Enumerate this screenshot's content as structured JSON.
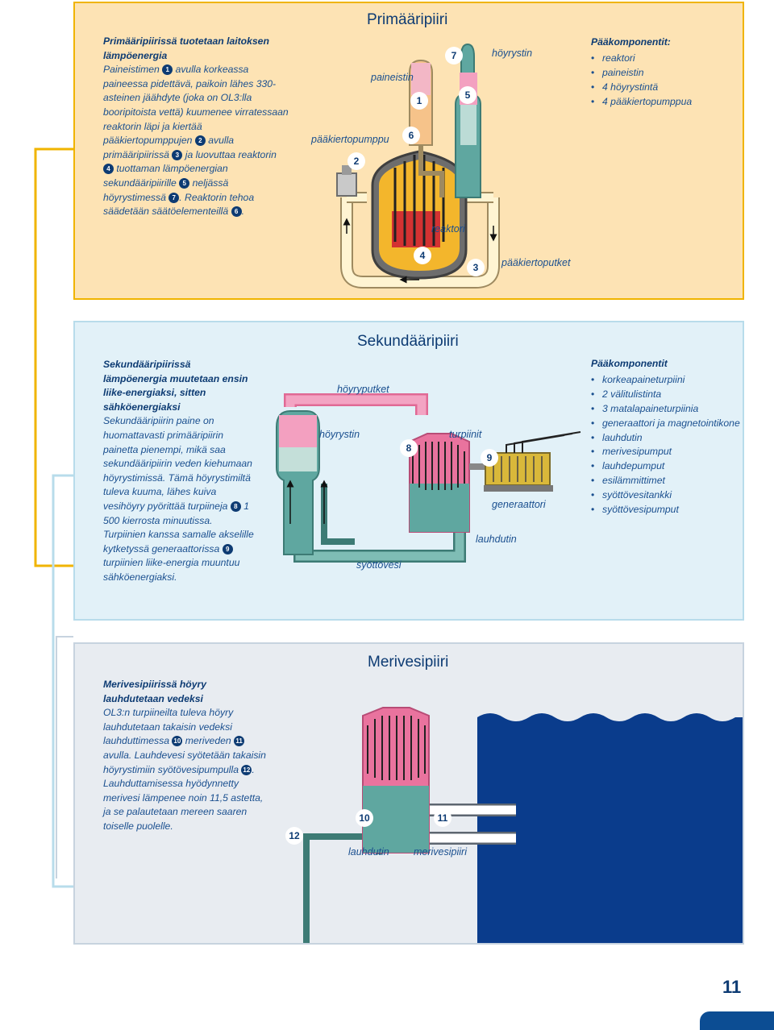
{
  "primary": {
    "title": "Primääripiiri",
    "desc_heading": "Primääripiirissä tuotetaan laitoksen lämpöenergia",
    "desc_p1": "Paineistimen",
    "desc_p2": "avulla korkeassa paineessa pidettävä, paikoin lähes 330-asteinen jäähdyte (joka on OL3:lla booripitoista vettä) kuumenee virratessaan reaktorin läpi ja kiertää pääkiertopumppujen",
    "desc_p3": "avulla primääripiirissä",
    "desc_p4": "ja luovuttaa reaktorin",
    "desc_p5": "tuottaman lämpöenergian sekundääripiirille",
    "desc_p6": "neljässä höyrystimessä",
    "desc_p7": ". Reaktorin tehoa säädetään säätöelementeillä",
    "desc_p8": ".",
    "components_heading": "Pääkomponentit:",
    "components": [
      "reaktori",
      "paineistin",
      "4 höyrystintä",
      "4 pääkiertopumppua"
    ],
    "labels": {
      "paakiertopumppu": "pääkiertopumppu",
      "paineistin": "paineistin",
      "hoyrystin": "höyrystin",
      "reaktori": "reaktori",
      "paakiertoputket": "pääkiertoputket"
    }
  },
  "secondary": {
    "title": "Sekundääripiiri",
    "desc_heading": "Sekundääripiirissä lämpöenergia muutetaan ensin liike-energiaksi, sitten sähköenergiaksi",
    "desc_p1": "Sekundääripiirin paine on huomattavasti primääripiirin painetta pienempi, mikä saa sekundääripiirin veden kiehumaan höyrystimissä. Tämä höyrystimiltä tuleva kuuma, lähes kuiva vesihöyry pyörittää turpiineja",
    "desc_p2": "1 500 kierrosta minuutissa. Turpiinien kanssa samalle akselille kytketyssä generaattorissa",
    "desc_p3": "turpiinien liike-energia muuntuu sähköenergiaksi.",
    "components_heading": "Pääkomponentit",
    "components": [
      "korkeapaineturpiini",
      "2 välitulistinta",
      "3 matalapaineturpiinia",
      "generaattori ja magnetointikone",
      "lauhdutin",
      "merivesipumput",
      "lauhdepumput",
      "esilämmittimet",
      "syöttövesitankki",
      "syöttövesipumput"
    ],
    "labels": {
      "hoyryputket": "höyryputket",
      "hoyrystin": "höyrystin",
      "turpiinit": "turpiinit",
      "generaattori": "generaattori",
      "lauhdutin": "lauhdutin",
      "syottovesi": "syöttövesi"
    }
  },
  "seawater": {
    "title": "Merivesipiiri",
    "desc_heading": "Merivesipiirissä höyry lauhdutetaan vedeksi",
    "desc_p1": "OL3:n turpiineilta tuleva höyry lauhdutetaan takaisin vedeksi lauhduttimessa",
    "desc_p2": "meriveden",
    "desc_p3": "avulla. Lauhdevesi syötetään takaisin höyrystimiin syötövesipumpulla",
    "desc_p4": ". Lauhduttamisessa hyödynnetty merivesi lämpenee noin 11,5 astetta, ja se palautetaan mereen saaren toiselle puolelle.",
    "labels": {
      "lauhdutin": "lauhdutin",
      "merivesipiiri": "merivesipiiri"
    }
  },
  "numbers": {
    "n1": "1",
    "n2": "2",
    "n3": "3",
    "n4": "4",
    "n5": "5",
    "n6": "6",
    "n7": "7",
    "n8": "8",
    "n9": "9",
    "n10": "10",
    "n11": "11",
    "n12": "12"
  },
  "page_number": "11",
  "colors": {
    "primary_bg": "#fde3b4",
    "secondary_bg": "#e2f1f8",
    "seawater_bg": "#e8ecf1",
    "accent": "#f0b400",
    "sea": "#0a3c8c",
    "teal": "#5fa7a0",
    "pink": "#ec79a3"
  }
}
